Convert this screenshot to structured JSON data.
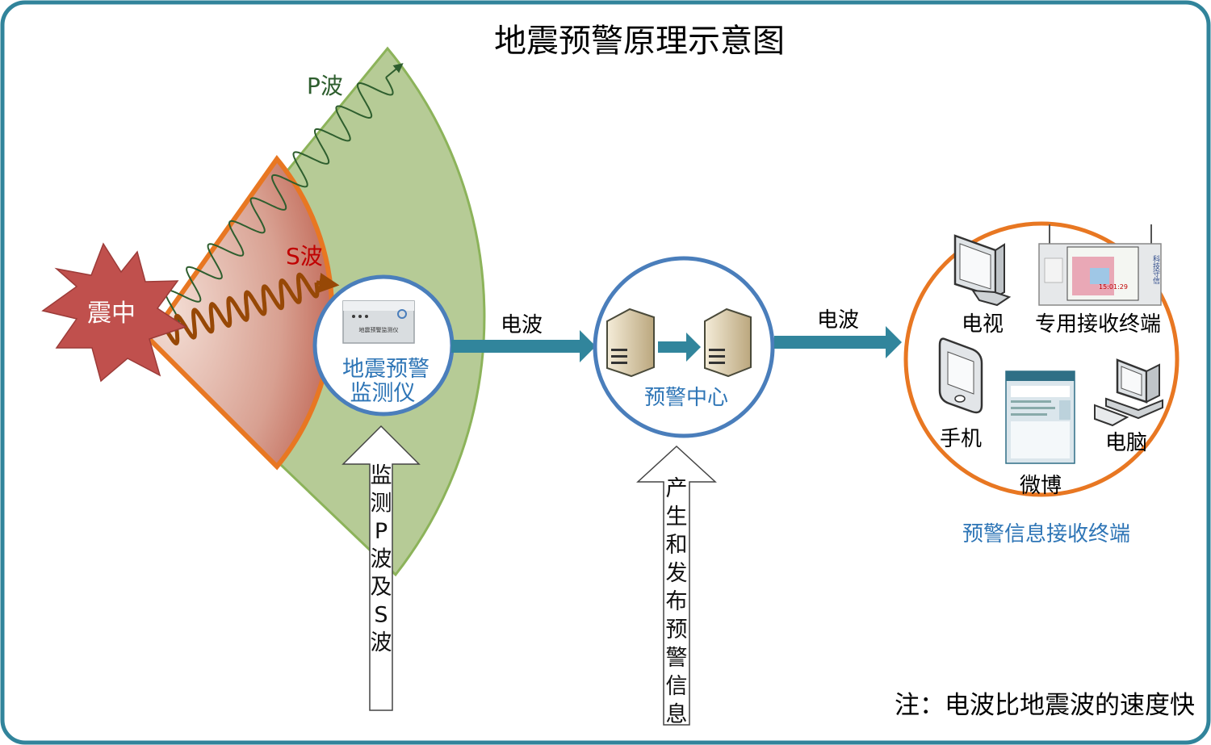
{
  "title": "地震预警原理示意图",
  "epicenter": {
    "label": "震中",
    "color": "#c0504d"
  },
  "waves": {
    "p_label": "P波",
    "p_color": "#2e5e2e",
    "s_label": "S波",
    "s_color": "#c00000",
    "s_wave_color": "#974806",
    "p_zone_color": "#b6cb96",
    "s_zone_color": "#e87722"
  },
  "monitor": {
    "line1": "地震预警",
    "line2": "监测仪",
    "device_caption": "地震预警监测仪"
  },
  "monitor_arrow_chars": [
    "监",
    "测",
    "P",
    "波",
    "及",
    "S",
    "波"
  ],
  "link1_label": "电波",
  "center": {
    "label": "预警中心"
  },
  "center_arrow_chars": [
    "产",
    "生",
    "和",
    "发",
    "布",
    "预",
    "警",
    "信",
    "息"
  ],
  "link2_label": "电波",
  "terminals": {
    "items": {
      "tv": "电视",
      "dedicated": "专用接收终端",
      "phone": "手机",
      "weibo": "微博",
      "computer": "电脑"
    },
    "screen_text": {
      "time": "15:01:29",
      "side": "科技守信"
    },
    "caption": "预警信息接收终端"
  },
  "note": "注：电波比地震波的速度快",
  "colors": {
    "border": "#31849b",
    "circle_blue": "#4a7ebb",
    "circle_orange": "#e87722",
    "arrow_teal": "#31859c",
    "label_blue": "#2e75b6"
  }
}
